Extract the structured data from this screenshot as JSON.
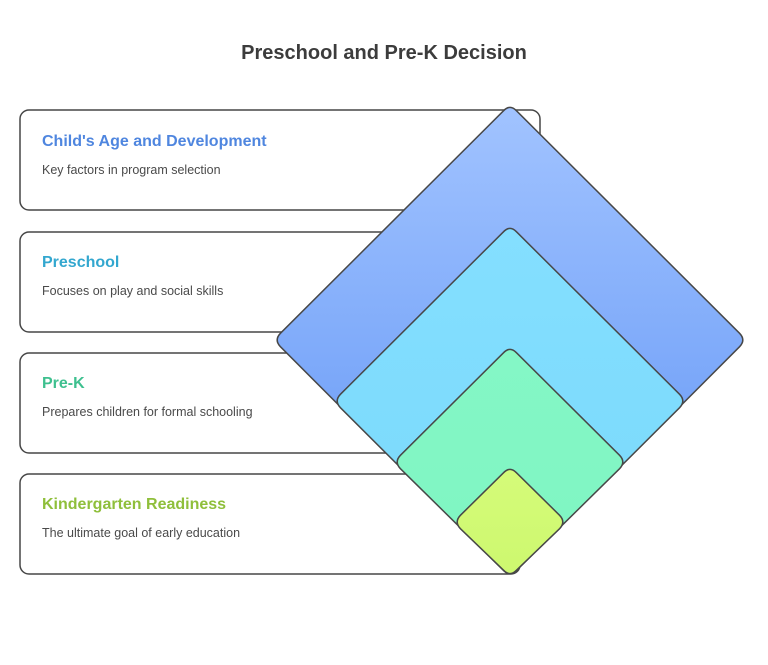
{
  "title": "Preschool and Pre-K Decision",
  "items": [
    {
      "title": "Child's Age and Development",
      "description": "Key factors in program selection",
      "title_color": "#4f86df",
      "fill_top": "#a1c3ff",
      "fill_bottom": "#6195f5"
    },
    {
      "title": "Preschool",
      "description": "Focuses on play and social skills",
      "title_color": "#33a7cf",
      "fill_top": "#84dfff",
      "fill_bottom": "#7ad9fb"
    },
    {
      "title": "Pre-K",
      "description": "Prepares children for formal schooling",
      "title_color": "#3ec08f",
      "fill_top": "#84f7c6",
      "fill_bottom": "#7ff5c2"
    },
    {
      "title": "Kindergarten Readiness",
      "description": "The ultimate goal of early education",
      "title_color": "#8fbf3b",
      "fill_top": "#d5fb79",
      "fill_bottom": "#cdf86f"
    }
  ]
}
